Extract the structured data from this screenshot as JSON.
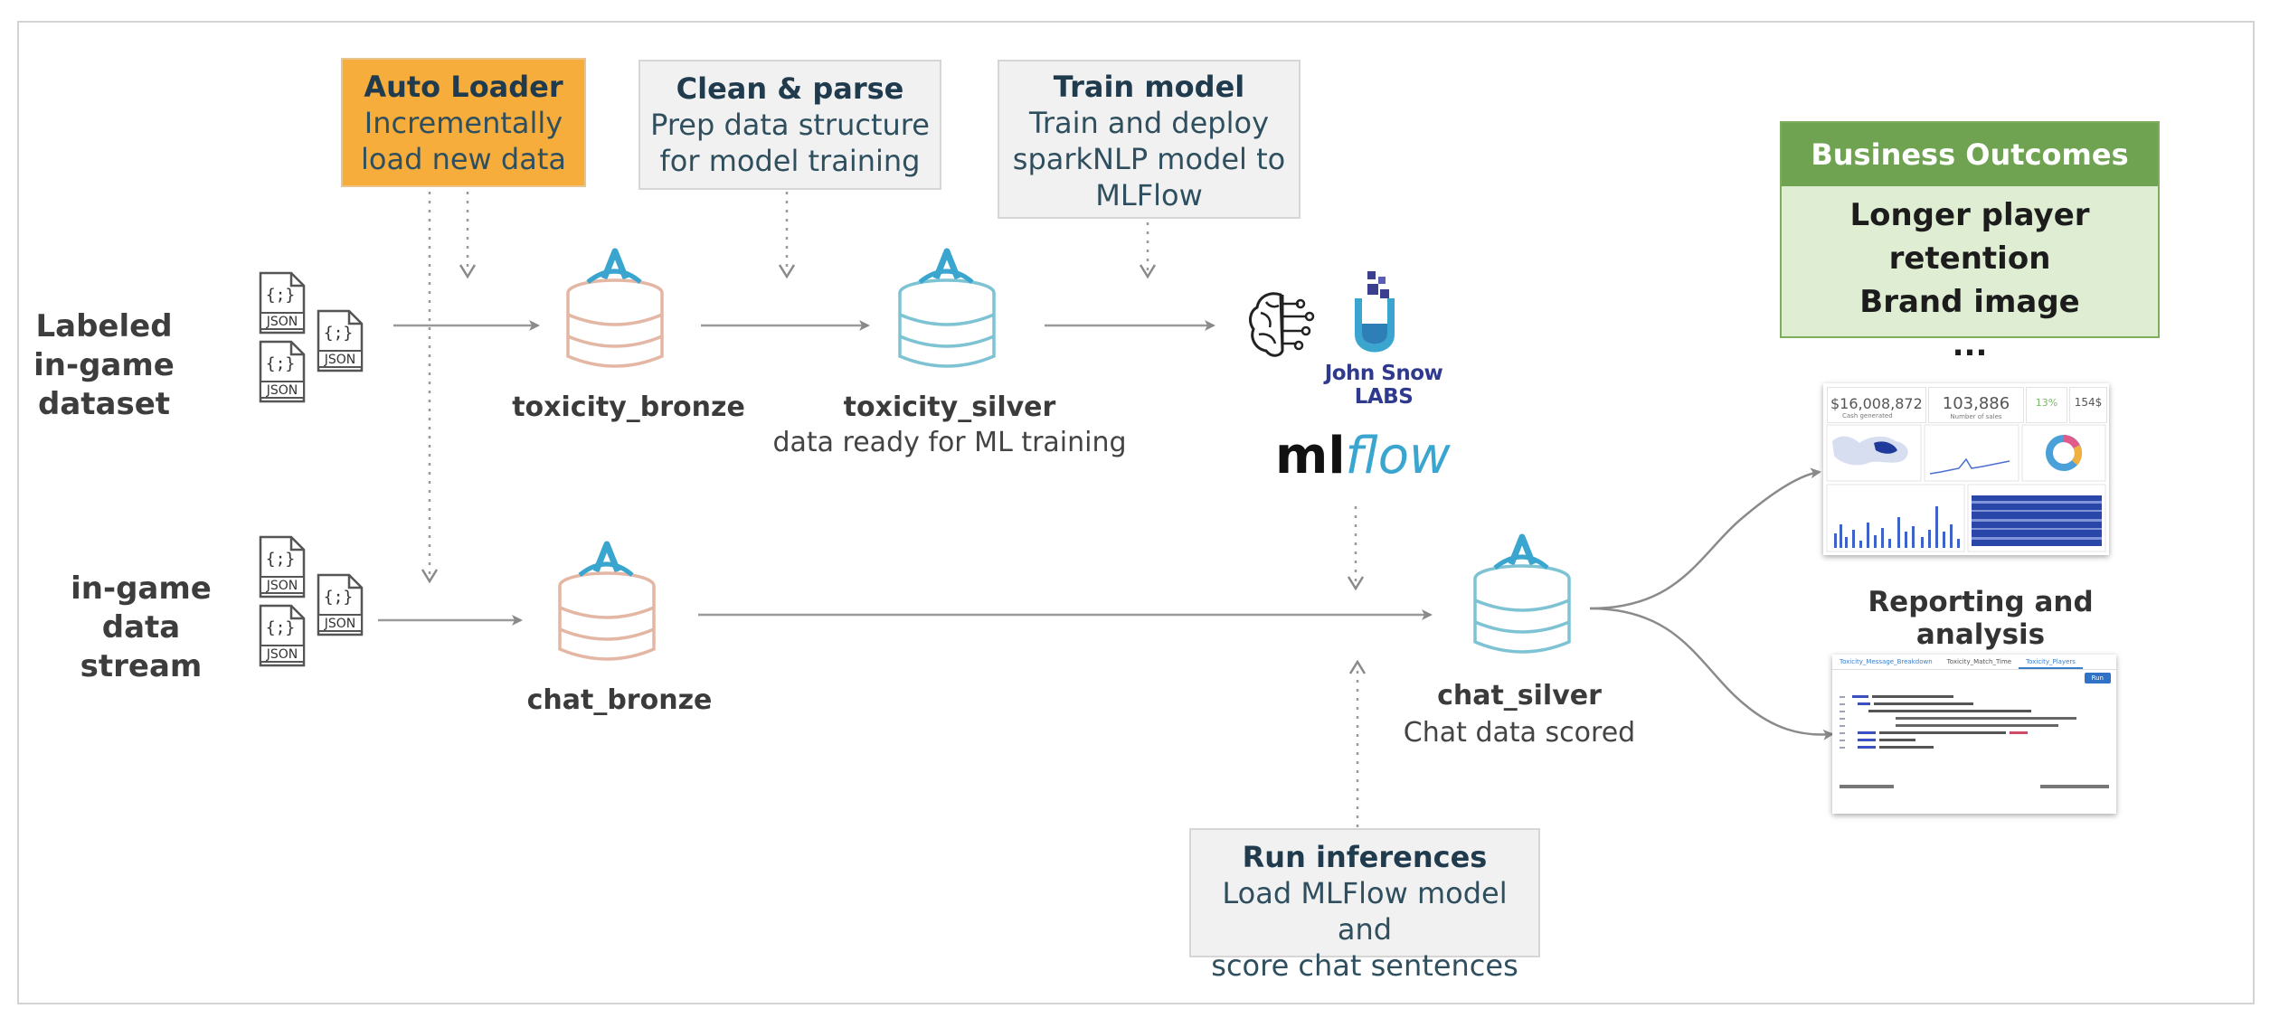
{
  "steps": {
    "auto_loader": {
      "title": "Auto Loader",
      "line1": "Incrementally",
      "line2": "load new data"
    },
    "clean_parse": {
      "title": "Clean & parse",
      "line1": "Prep data structure",
      "line2": "for model training"
    },
    "train_model": {
      "title": "Train model",
      "line1": "Train and deploy",
      "line2": "sparkNLP model to",
      "line3": "MLFlow"
    },
    "run_inferences": {
      "title": "Run inferences",
      "line1": "Load MLFlow model and",
      "line2": "score chat sentences"
    }
  },
  "sources": {
    "labeled": {
      "line1": "Labeled",
      "line2": "in-game",
      "line3": "dataset"
    },
    "stream": {
      "line1": "in-game data",
      "line2": "stream"
    },
    "file_label": "JSON",
    "file_glyph": "{;}"
  },
  "tables": {
    "toxicity_bronze": {
      "name": "toxicity_bronze"
    },
    "toxicity_silver": {
      "name": "toxicity_silver",
      "desc": "data ready for ML training"
    },
    "chat_bronze": {
      "name": "chat_bronze"
    },
    "chat_silver": {
      "name": "chat_silver",
      "desc": "Chat data scored"
    }
  },
  "logos": {
    "john_snow": "John Snow LABS",
    "mlflow_ml": "ml",
    "mlflow_flow": "flow"
  },
  "outcomes": {
    "header": "Business Outcomes",
    "items": [
      "Longer player retention",
      "Brand image",
      "..."
    ]
  },
  "outputs": {
    "reporting_label": "Reporting and analysis",
    "dashboard": {
      "kpi1_value": "$16,008,872",
      "kpi1_label": "Cash generated",
      "kpi2_value": "103,886",
      "kpi2_label": "Number of sales",
      "kpi3_value": "13%",
      "kpi4_value": "154$"
    },
    "sql_tabs": [
      "Toxicity_Message_Breakdown",
      "Toxicity_Match_Time",
      "Toxicity_Players"
    ],
    "sql_run": "Run"
  },
  "colors": {
    "orange": "#f6ad3c",
    "bronze": "#e3b7a4",
    "silver": "#7ec3d3",
    "delta": "#3aa6cf",
    "green_header": "#6fa352",
    "green_body": "#dfeed2"
  }
}
